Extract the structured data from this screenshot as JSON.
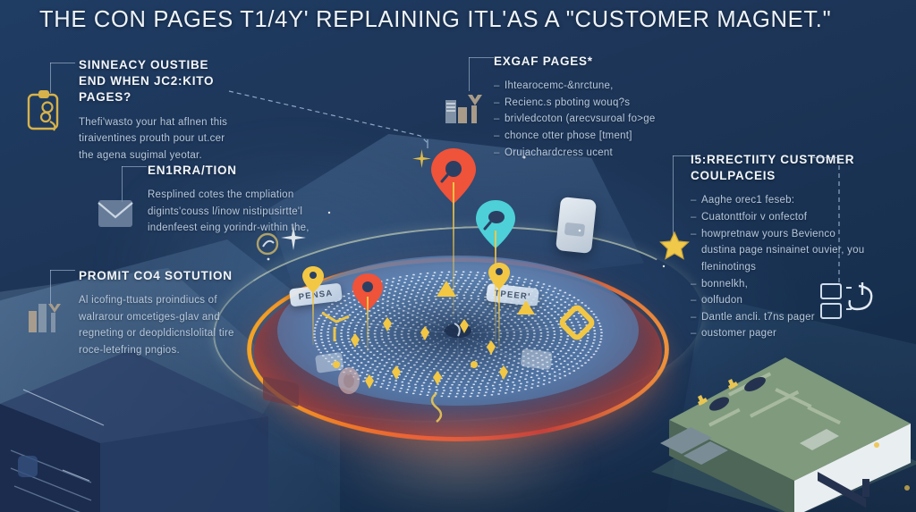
{
  "poster": {
    "title": "THE CON PAGES T1/4Y' REPLAINING ITL'AS A \"CUSTOMER MAGNET.\"",
    "background_color": "#1d3557",
    "accent_orange": "#e8552f",
    "accent_amber": "#f5a623",
    "accent_cyan": "#4dd0d8",
    "accent_yellow": "#f2c744",
    "text_color": "#eef3f9",
    "body_text_color": "#b7c8dc"
  },
  "callouts": {
    "left_top": {
      "icon": "clipboard-icon",
      "heading": "SINNEACY OUSTIBE END WHEN JC2:KITO PAGES?",
      "body": "Thefi'wasto your hat aflnen this tiraiventines prouth pour ut.cer the agena sugimal yeotar."
    },
    "left_mid": {
      "icon": "envelope-icon",
      "heading": "EN1RRA/TION",
      "body": "Resplined cotes the cmpliation digints'couss l/inow nistipusirtte'l indenfeest eing yorindr-within the,"
    },
    "left_bottom": {
      "icon": "bar-chart-icon",
      "heading": "PROMIT CO4 SOTUTION",
      "body": "Al icofing-ttuats proindiucs of walrarour omcetiges-glav and regneting or deopldicnslolital tire roce-letefring pngios."
    },
    "right_top": {
      "icon": "bar-chart-icon",
      "heading": "EXGAF PAGES*",
      "items": [
        "Ihtearocemc-&nrctune,",
        "Recienc.s pboting wouq?s",
        "brivledcoton (arecvsuroal fo>ge",
        "chonce otter phose [tment]",
        "Orujachardcress  ucent"
      ]
    },
    "right_bottom": {
      "icon": "star-icon",
      "heading": "I5:RRECTIITY CUSTOMER COULPACEIS",
      "items": [
        "Aaghe orec1 feseb:",
        "Cuatonttfoir v onfectof",
        "howpretnaw yours Bevienco dustina page nsinainet ouvier, you fleninotings",
        "bonnelkh,",
        "oolfudon",
        "Dantle ancli. t7ns pager",
        "oustomer pager"
      ],
      "footer_icon": "documents-chart-icon"
    }
  },
  "illustration": {
    "name": "isometric-data-disc",
    "disc_labels": [
      "PENSA",
      "TPEER'"
    ],
    "pins": [
      {
        "name": "pin-red-large",
        "color": "#ef5339"
      },
      {
        "name": "pin-cyan",
        "color": "#4dd0d8"
      },
      {
        "name": "pin-red-small",
        "color": "#ef5339"
      },
      {
        "name": "pin-yellow-left",
        "color": "#f2c744"
      },
      {
        "name": "pin-yellow-right",
        "color": "#f2c744"
      },
      {
        "name": "pin-yellow-far",
        "color": "#f2c744"
      }
    ],
    "hardware": [
      {
        "name": "server-rack-cabinet",
        "color": "#22355a"
      },
      {
        "name": "circuit-board-device",
        "color": "#7e9a7c"
      }
    ]
  }
}
